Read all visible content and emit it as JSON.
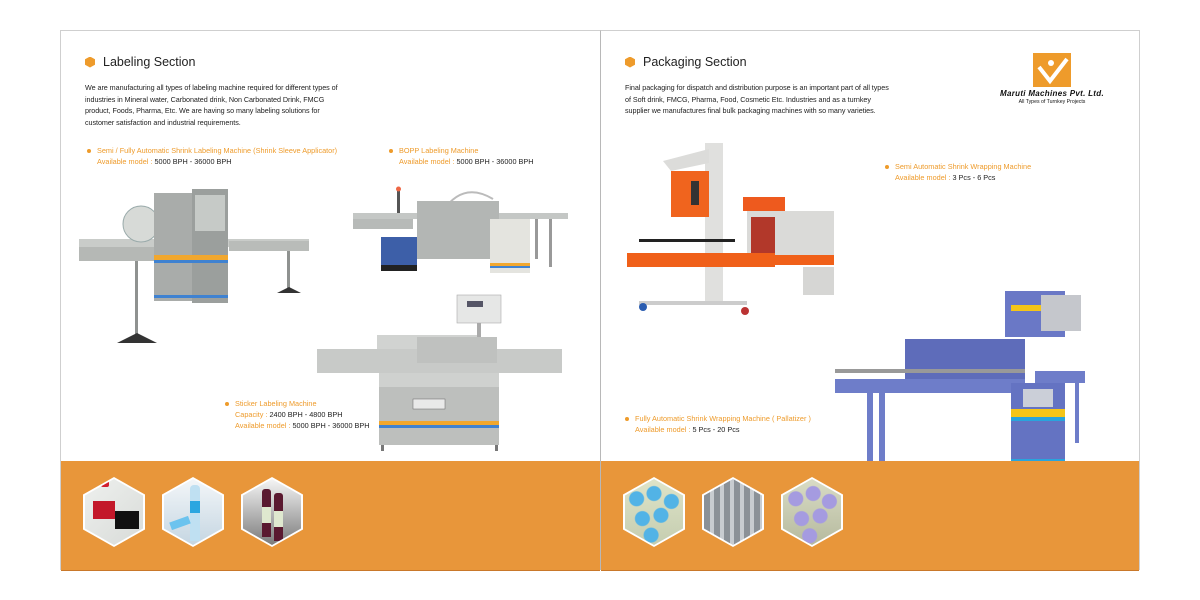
{
  "left_page": {
    "title": "Labeling Section",
    "intro": "We are manufacturing all types of labeling machine required for different types of industries in Mineral water, Carbonated drink, Non Carbonated Drink, FMCG product, Foods, Pharma, Etc. We are having so many labeling solutions for customer satisfaction and industrial requirements.",
    "items": [
      {
        "name": "Semi / Fully Automatic Shrink Labeling Machine (Shrink Sleeve  Applicator)",
        "lines": [
          {
            "label": "Available model :",
            "value": "5000 BPH - 36000 BPH"
          }
        ]
      },
      {
        "name": "BOPP Labeling Machine",
        "lines": [
          {
            "label": "Available model :",
            "value": "5000 BPH - 36000 BPH"
          }
        ]
      },
      {
        "name": "Sticker Labeling Machine",
        "lines": [
          {
            "label": "Capacity :",
            "value": "2400 BPH - 4800 BPH"
          },
          {
            "label": "Available model :",
            "value": "5000 BPH - 36000 BPH"
          }
        ]
      }
    ],
    "thumbnails": [
      "red-black-label-bottles",
      "blue-label-water-bottles",
      "wine-bottles"
    ]
  },
  "right_page": {
    "title": "Packaging Section",
    "intro": "Final packaging for dispatch and distribution purpose is an important part of all types of Soft drink, FMCG, Pharma, Food, Cosmetic Etc. Industries and as a turnkey supplier we manufactures final bulk packaging machines with so many varieties.",
    "logo": {
      "name": "Maruti Machines Pvt. Ltd.",
      "tagline": "All Types of Turnkey Projects"
    },
    "items": [
      {
        "name": "Semi Automatic Shrink Wrapping Machine",
        "lines": [
          {
            "label": "Available model :",
            "value": "3 Pcs - 6 Pcs"
          }
        ]
      },
      {
        "name": "Fully Automatic Shrink Wrapping Machine ( Pallatizer )",
        "lines": [
          {
            "label": "Available model :",
            "value": "5 Pcs - 20 Pcs"
          }
        ]
      }
    ],
    "thumbnails": [
      "blue-cap-jars-pack",
      "water-bottles-shrink-pack",
      "purple-cap-jars-pack"
    ]
  },
  "colors": {
    "accent": "#ee9b2b",
    "band": "#e8963a",
    "text": "#222222"
  }
}
